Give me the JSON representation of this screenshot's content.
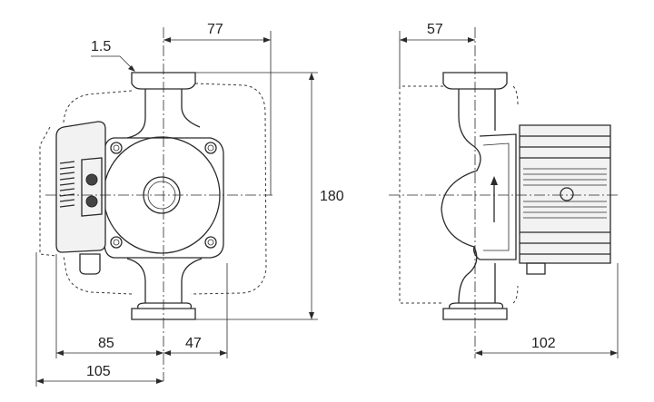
{
  "dimensions": {
    "gasket": "1.5",
    "front_top_width": "77",
    "side_top_width": "57",
    "height": "180",
    "left_85": "85",
    "right_47": "47",
    "bottom_105": "105",
    "motor_102": "102"
  },
  "colors": {
    "line": "#2a2a2a",
    "text": "#222222",
    "background": "#ffffff"
  }
}
